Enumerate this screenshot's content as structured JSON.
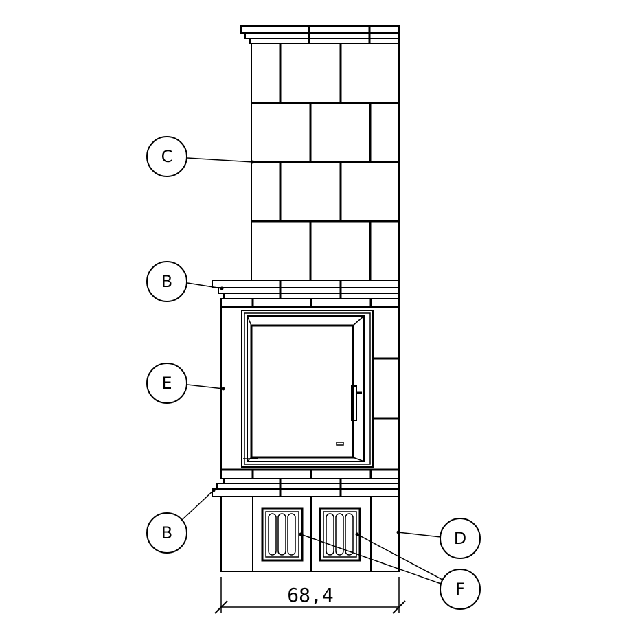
{
  "callouts": {
    "c": "C",
    "b_top": "B",
    "e": "E",
    "b_bottom": "B",
    "d": "D",
    "f": "F"
  },
  "dimension": {
    "width_label": "68,4"
  }
}
